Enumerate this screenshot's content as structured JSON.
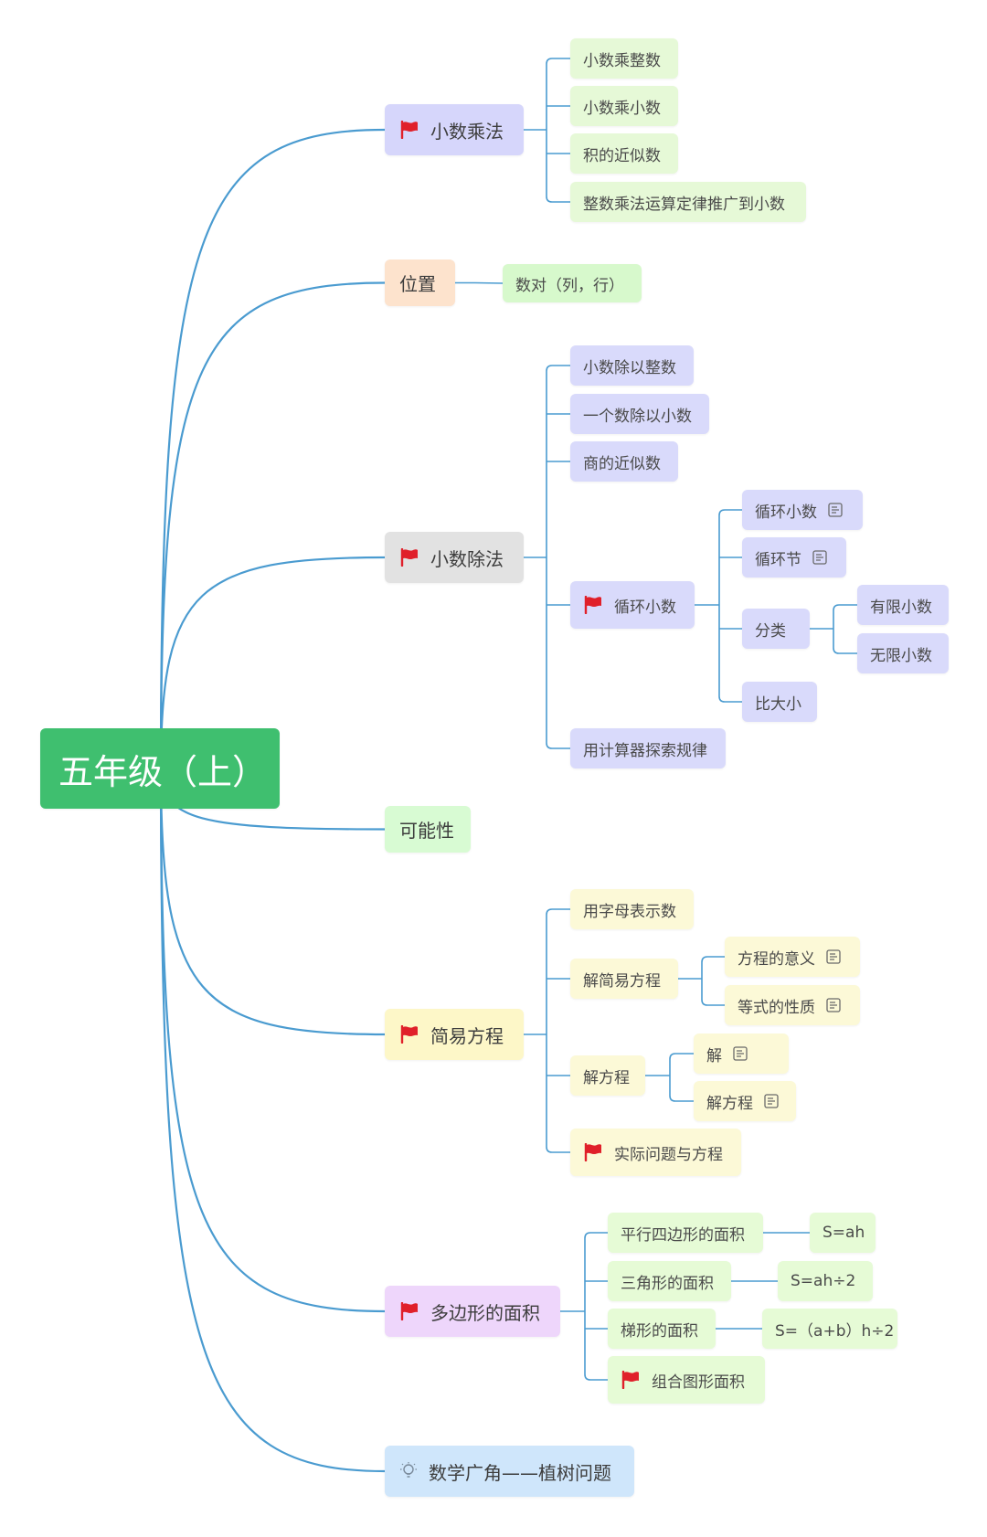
{
  "root": {
    "label": "五年级（上）"
  },
  "branches": [
    {
      "label": "小数乘法",
      "icon": "flag-icon",
      "children": [
        "小数乘整数",
        "小数乘小数",
        "积的近似数",
        "整数乘法运算定律推广到小数"
      ]
    },
    {
      "label": "位置",
      "children": [
        "数对（列，行）"
      ]
    },
    {
      "label": "小数除法",
      "icon": "flag-icon",
      "children": [
        "小数除以整数",
        "一个数除以小数",
        "商的近似数",
        "循环小数",
        "用计算器探索规律"
      ],
      "recurring": {
        "children": [
          "循环小数",
          "循环节",
          "分类",
          "比大小"
        ],
        "classification": [
          "有限小数",
          "无限小数"
        ]
      }
    },
    {
      "label": "可能性"
    },
    {
      "label": "简易方程",
      "icon": "flag-icon",
      "children": [
        "用字母表示数",
        "解简易方程",
        "解方程",
        "实际问题与方程"
      ],
      "simple_equations": [
        "方程的意义",
        "等式的性质"
      ],
      "solving": [
        "解",
        "解方程"
      ]
    },
    {
      "label": "多边形的面积",
      "icon": "flag-icon",
      "children": [
        "平行四边形的面积",
        "三角形的面积",
        "梯形的面积",
        "组合图形面积"
      ],
      "formulas": [
        "S=ah",
        "S=ah÷2",
        "S=（a+b）h÷2"
      ]
    },
    {
      "label": "数学广角——植树问题",
      "icon": "lightbulb-icon"
    }
  ],
  "colors": {
    "root": "#3fbf6f",
    "line": "#4a9bd0",
    "flag": "#e0202a",
    "mult": "#d6d6fb",
    "mult_sub": "#e6f9d7",
    "position": "#fde3cd",
    "position_sub": "#d7f9cc",
    "div": "#e2e2e2",
    "div_sub": "#d9dafb",
    "possibility": "#d8fbd3",
    "equation": "#fdf7c8",
    "equation_sub": "#fcf9d7",
    "polygon": "#eed6fb",
    "polygon_sub": "#e6fbd6",
    "wide": "#cfe6fb"
  }
}
